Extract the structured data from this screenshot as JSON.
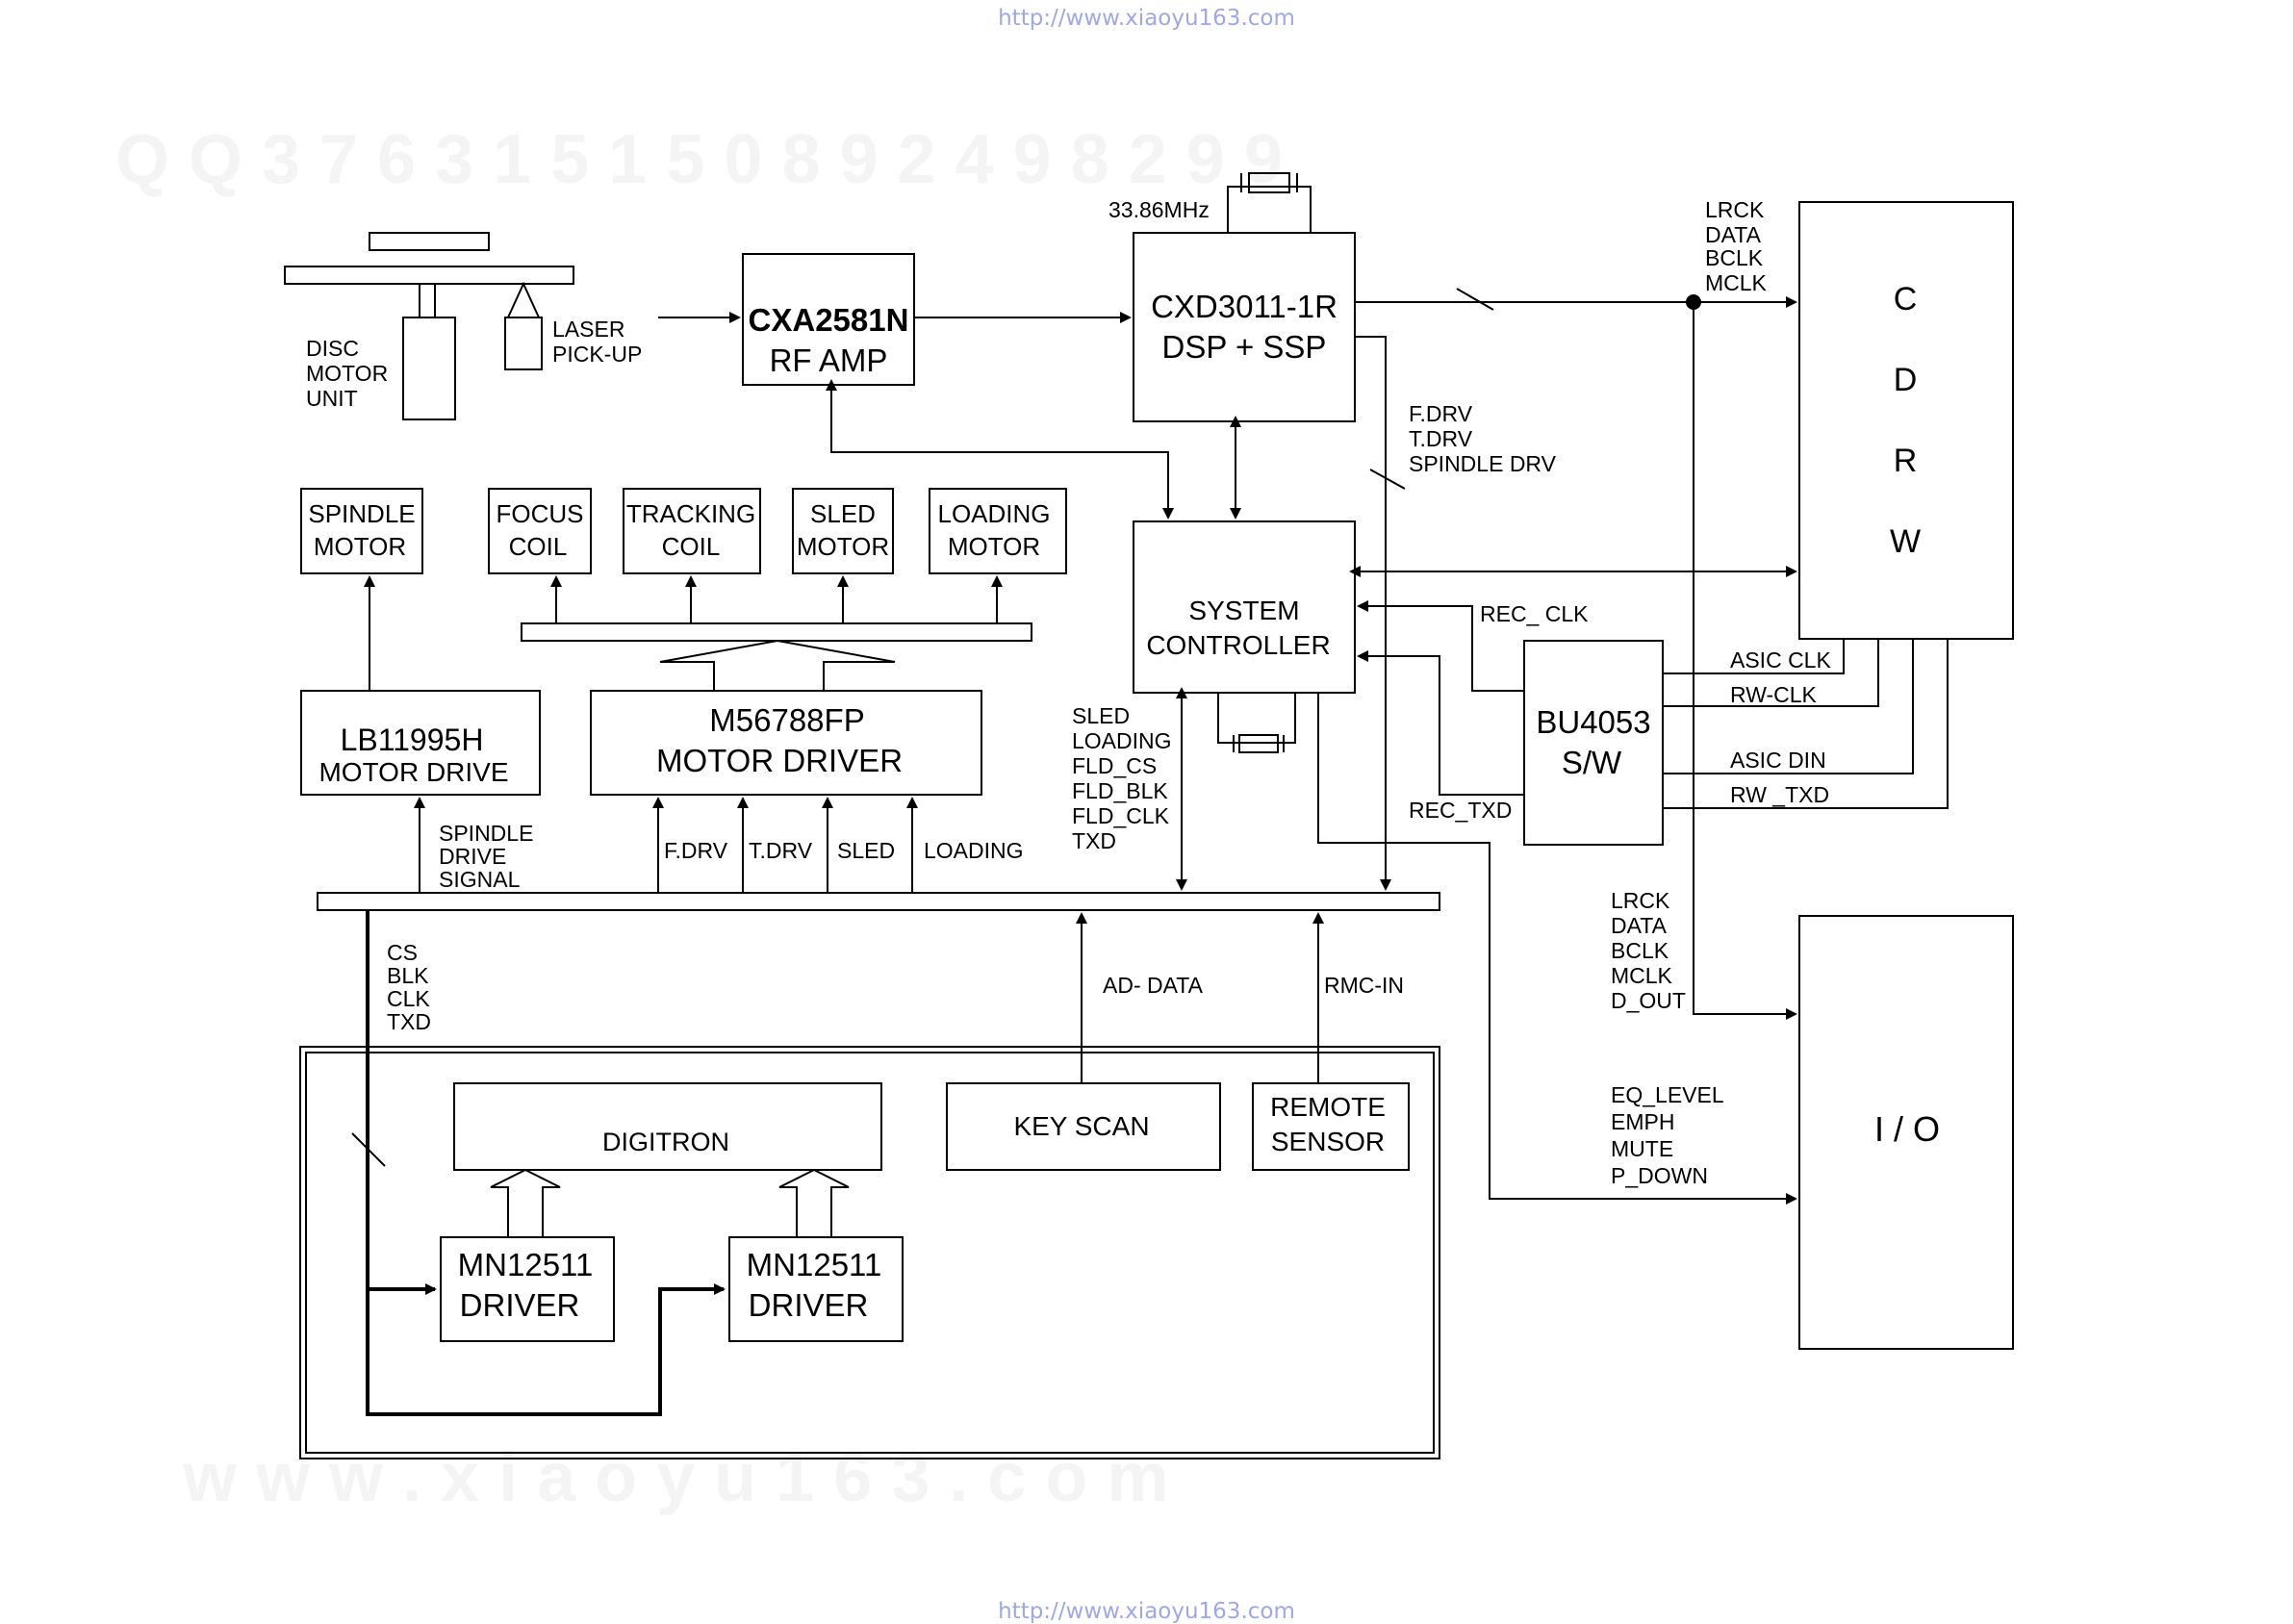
{
  "urls": {
    "top": "http://www.xiaoyu163.com",
    "bottom": "http://www.xiaoyu163.com"
  },
  "watermarks": {
    "qq": "Q Q 3 7 6 3 1 5 1 5 0   8 9 2 4 9 8 2 9 9",
    "www": "w w w . x i a o y u 1 6 3 . c o m"
  },
  "blocks": {
    "cxa2581n": {
      "line1": "CXA2581N",
      "line2": "RF AMP"
    },
    "cxd3011": {
      "line1": "CXD3011-1R",
      "line2": "DSP + SSP"
    },
    "cdrw": {
      "l1": "C",
      "l2": "D",
      "l3": "R",
      "l4": "W"
    },
    "system_controller": {
      "line1": "SYSTEM",
      "line2": "CONTROLLER"
    },
    "bu4053": {
      "line1": "BU4053",
      "line2": "S/W"
    },
    "spindle_motor": {
      "line1": "SPINDLE",
      "line2": "MOTOR"
    },
    "focus_coil": {
      "line1": "FOCUS",
      "line2": "COIL"
    },
    "tracking_coil": {
      "line1": "TRACKING",
      "line2": "COIL"
    },
    "sled_motor": {
      "line1": "SLED",
      "line2": "MOTOR"
    },
    "loading_motor": {
      "line1": "LOADING",
      "line2": "MOTOR"
    },
    "lb11995h": {
      "line1": "LB11995H",
      "line2": "MOTOR DRIVE"
    },
    "m56788fp": {
      "line1": "M56788FP",
      "line2": "MOTOR DRIVER"
    },
    "io": {
      "label": "I / O"
    },
    "digitron": {
      "label": "DIGITRON"
    },
    "key_scan": {
      "label": "KEY  SCAN"
    },
    "remote_sensor": {
      "line1": "REMOTE",
      "line2": "SENSOR"
    },
    "mn12511_a": {
      "line1": "MN12511",
      "line2": "DRIVER"
    },
    "mn12511_b": {
      "line1": "MN12511",
      "line2": "DRIVER"
    }
  },
  "labels": {
    "crystal_freq": "33.86MHz",
    "disc_motor": [
      "DISC",
      "MOTOR",
      "UNIT"
    ],
    "laser_pickup": [
      "LASER",
      "PICK-UP"
    ],
    "cdrw_signals": [
      "LRCK",
      "DATA",
      "BCLK",
      "MCLK"
    ],
    "drv_signals": [
      "F.DRV",
      "T.DRV",
      "SPINDLE DRV"
    ],
    "rec_clk": "REC_ CLK",
    "rec_txd": "REC_TXD",
    "asic_clk": "ASIC CLK",
    "rw_clk": "RW-CLK",
    "asic_din": "ASIC DIN",
    "rw_txd": "RW _TXD",
    "sys_signals": [
      "SLED",
      "LOADING",
      "FLD_CS",
      "FLD_BLK",
      "FLD_CLK",
      "TXD"
    ],
    "spindle_drive_signal": [
      "SPINDLE",
      "DRIVE",
      "SIGNAL"
    ],
    "driver_inputs": [
      "F.DRV",
      "T.DRV",
      "SLED",
      "LOADING"
    ],
    "fld_signals": [
      "CS",
      "BLK",
      "CLK",
      "TXD"
    ],
    "ad_data": "AD- DATA",
    "rmc_in": "RMC-IN",
    "io_signals": [
      "LRCK",
      "DATA",
      "BCLK",
      "MCLK",
      "D_OUT"
    ],
    "io_ctrl_signals": [
      "EQ_LEVEL",
      "EMPH",
      "MUTE",
      "P_DOWN"
    ]
  }
}
